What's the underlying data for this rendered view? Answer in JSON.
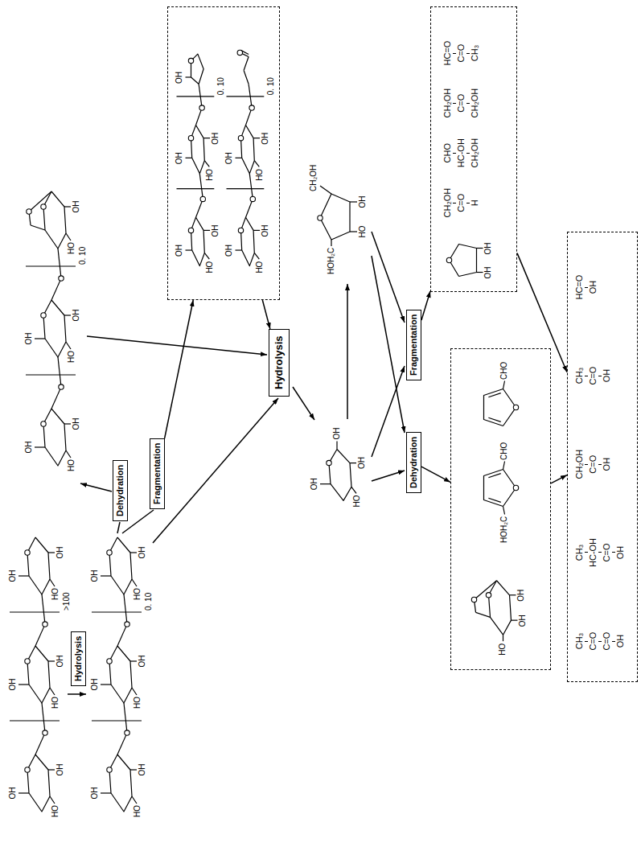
{
  "diagram": {
    "nodes": [
      {
        "text": [
          "Hydrolysis"
        ]
      },
      {
        "text": [
          "Dehydration"
        ]
      },
      {
        "text": [
          "Fragmentation"
        ]
      },
      {
        "text": [
          "OH",
          "HO",
          "OH",
          "OH",
          "HO",
          "OH",
          "0. 10",
          "OH",
          "OH",
          "HO",
          "OH",
          "OH",
          "HO",
          "OH",
          "0. 10"
        ]
      },
      {
        "text": [
          "Hydrolysis"
        ]
      },
      {
        "text": [
          "Dehydration"
        ]
      },
      {
        "text": [
          "Fragmentation"
        ]
      },
      {
        "text": [
          "HO",
          "OH",
          "OH",
          "HOH₂C",
          "CHO",
          "CHO"
        ]
      },
      {
        "text": [
          "OH",
          "OH",
          "CH₂OH",
          "C=O",
          "H",
          "CHO",
          "HC-OH",
          "CH₂OH",
          "CH₂OH",
          "C=O",
          "CH₂OH",
          "HC=O",
          "C=O",
          "CH₃"
        ]
      },
      {
        "text": [
          "CH₃",
          "C=O",
          "C=O",
          "OH",
          "CH₃",
          "HC-OH",
          "C=O",
          "OH",
          "CH₂OH",
          "C=O",
          "OH",
          "CH₃",
          "C=O",
          "OH",
          "HC=O",
          "OH"
        ]
      }
    ],
    "edges": [
      {
        "from": 2,
        "to": 3,
        "arrow": "to"
      },
      {
        "from": 3,
        "to": 4,
        "arrow": "to"
      },
      {
        "from": 5,
        "to": 7,
        "arrow": "to"
      },
      {
        "from": 6,
        "to": 8,
        "arrow": "to"
      },
      {
        "from": 7,
        "to": 9,
        "arrow": "to"
      },
      {
        "from": 8,
        "to": 9,
        "arrow": "to"
      }
    ],
    "labels": [
      "OH",
      "HO",
      "OH",
      "OH",
      "HO",
      "OH",
      "OH",
      "HO",
      "OH",
      ">100",
      "OH",
      "HO",
      "OH",
      "OH",
      "HO",
      "OH",
      "OH",
      "HO",
      "OH",
      "0. 10",
      "OH",
      "HO",
      "OH",
      "OH",
      "HO",
      "OH",
      "0. 10",
      "HO",
      "OH",
      "OH",
      "HO",
      "OH",
      "OH",
      "HOH₂C",
      "CH₂OH",
      "OH",
      "HO"
    ]
  }
}
